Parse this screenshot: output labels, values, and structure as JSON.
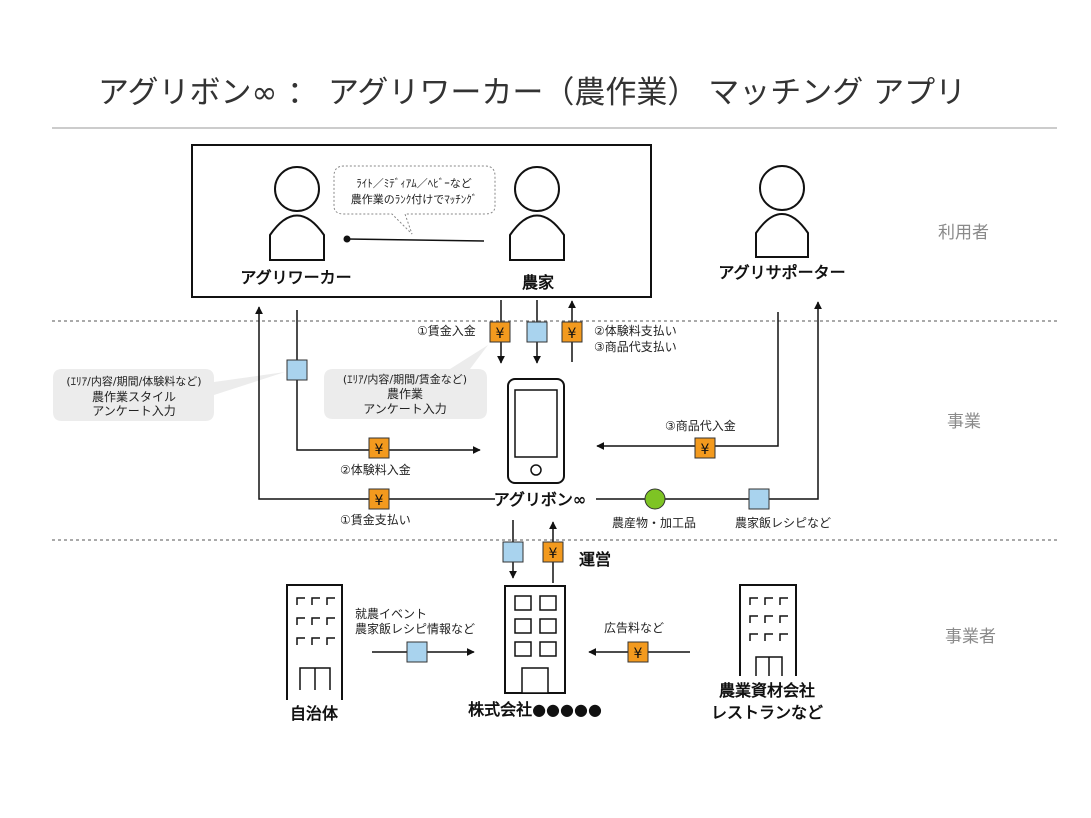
{
  "title": "アグリボン∞ ： アグリワーカー（農作業） マッチング アプリ",
  "layers": {
    "users": "利用者",
    "business": "事業",
    "operator": "事業者"
  },
  "actors": {
    "agri_worker": "アグリワーカー",
    "farmer": "農家",
    "agri_supporter": "アグリサポーター",
    "app": "アグリボン∞",
    "company": "株式会社●●●●●",
    "municipality": "自治体",
    "suppliers_line1": "農業資材会社",
    "suppliers_line2": "レストランなど"
  },
  "speech_bubble": {
    "line1": "ﾗｲﾄ／ﾐﾃﾞｨｱﾑ／ﾍﾋﾞｰなど",
    "line2": "農作業のﾗﾝｸ付けでﾏｯﾁﾝｸﾞ"
  },
  "notes": {
    "worker_input": {
      "line1": "(ｴﾘｱ/内容/期間/体験料など)",
      "line2": "農作業スタイル",
      "line3": "アンケート入力"
    },
    "farmer_input": {
      "line1": "(ｴﾘｱ/内容/期間/賃金など)",
      "line2": "農作業",
      "line3": "アンケート入力"
    }
  },
  "flows": {
    "wage_deposit": "①賃金入金",
    "experience_payment": "②体験料支払い",
    "product_payment": "③商品代支払い",
    "product_deposit": "③商品代入金",
    "experience_deposit": "②体験料入金",
    "wage_payment": "①賃金支払い",
    "produce": "農産物・加工品",
    "recipes": "農家飯レシピなど",
    "operation": "運営",
    "events_line1": "就農イベント",
    "events_line2": "農家飯レシピ情報など",
    "ad_fees": "広告料など"
  },
  "icons": {
    "yen": "¥",
    "money": "money-icon",
    "data": "data-icon",
    "person": "person-icon",
    "smartphone": "smartphone-icon",
    "building": "building-icon"
  },
  "colors": {
    "money_fill": "#f39a1e",
    "data_fill": "#a9d3ee",
    "produce_fill": "#7ec424",
    "note_fill": "#ececec"
  }
}
